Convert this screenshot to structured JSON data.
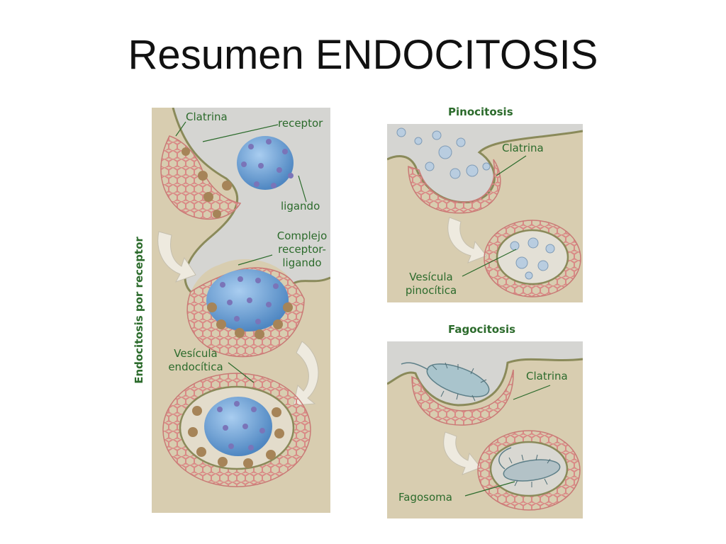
{
  "title": "Resumen ENDOCITOSIS",
  "receptor_panel": {
    "side_label": "Endocitosis por receptor",
    "labels": {
      "clatrina": "Clatrina",
      "receptor": "receptor",
      "ligando": "ligando",
      "complejo_1": "Complejo",
      "complejo_2": "receptor-",
      "complejo_3": "ligando",
      "vesicula_1": "Vesícula",
      "vesicula_2": "endocítica"
    }
  },
  "pinocitosis_panel": {
    "heading": "Pinocitosis",
    "labels": {
      "clatrina": "Clatrina",
      "vesicula_1": "Vesícula",
      "vesicula_2": "pinocítica"
    }
  },
  "fagocitosis_panel": {
    "heading": "Fagocitosis",
    "labels": {
      "clatrina": "Clatrina",
      "fagosoma": "Fagosoma"
    }
  },
  "colors": {
    "label_green": "#2c6b2c",
    "cytoplasm": "#d8cdb0",
    "clathrin": "#d98a86",
    "ligand_blue": "#6fa6d6",
    "ligand_dot": "#7a74b8",
    "receptor_tan": "#a68458"
  }
}
